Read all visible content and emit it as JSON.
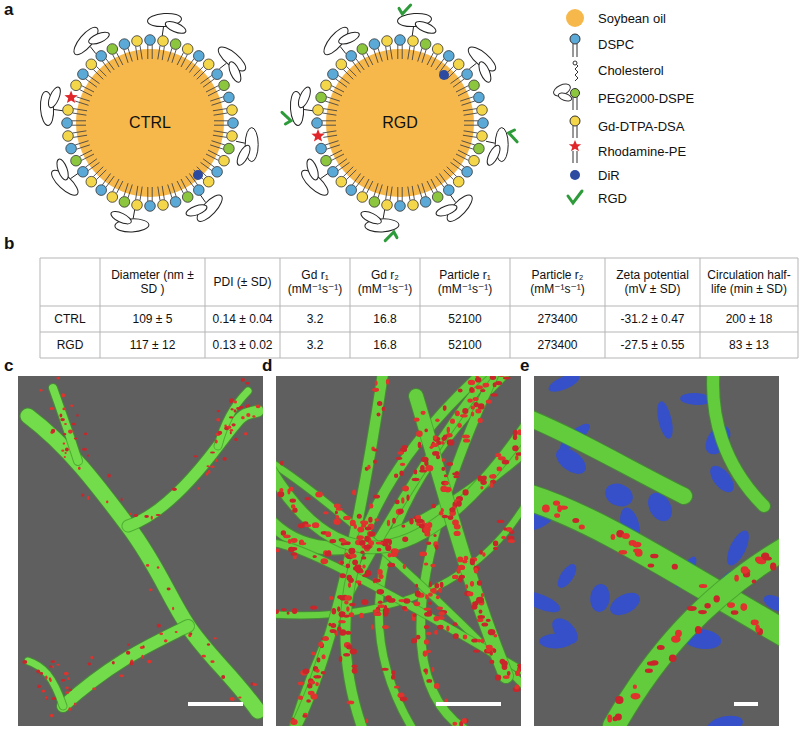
{
  "diagram": {
    "nodes": [
      {
        "text": [
          "CTRL"
        ]
      },
      {
        "text": [
          "RGD"
        ]
      }
    ],
    "labels": [
      "a",
      "b",
      "c",
      "d",
      "e",
      "Diameter (nm ± SD )",
      "PDI (± SD)",
      "Gd r₁ (mM⁻¹s⁻¹)",
      "Gd r₂ (mM⁻¹s⁻¹)",
      "Particle r₁ (mM⁻¹s⁻¹)",
      "Particle r₂ (mM⁻¹s⁻¹)",
      "Zeta potential (mV ± SD)",
      "Circulation half-life (min ± SD)",
      "CTRL",
      "109 ± 5",
      "0.14 ± 0.04",
      "3.2",
      "16.8",
      "52100",
      "273400",
      "-31.2 ± 0.47",
      "200 ± 18",
      "RGD",
      "117 ± 12",
      "0.13 ± 0.02",
      "3.2",
      "16.8",
      "52100",
      "273400",
      "-27.5 ± 0.55",
      "83 ± 13"
    ],
    "legend": [
      {
        "text": "Soybean oil",
        "color": "#f7b84b"
      },
      {
        "text": "DSPC"
      },
      {
        "text": "Cholesterol"
      },
      {
        "text": "PEG2000-DSPE"
      },
      {
        "text": "Gd-DTPA-DSA"
      },
      {
        "text": "Rhodamine-PE"
      },
      {
        "text": "DiR",
        "color": "#2b4aa0"
      },
      {
        "text": "RGD"
      }
    ]
  }
}
